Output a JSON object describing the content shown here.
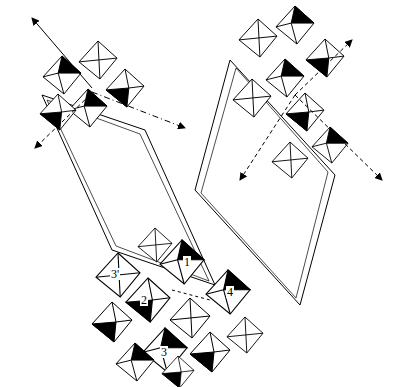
{
  "diagram": {
    "labels": [
      "3'",
      "1",
      "2",
      "4",
      "3"
    ]
  }
}
